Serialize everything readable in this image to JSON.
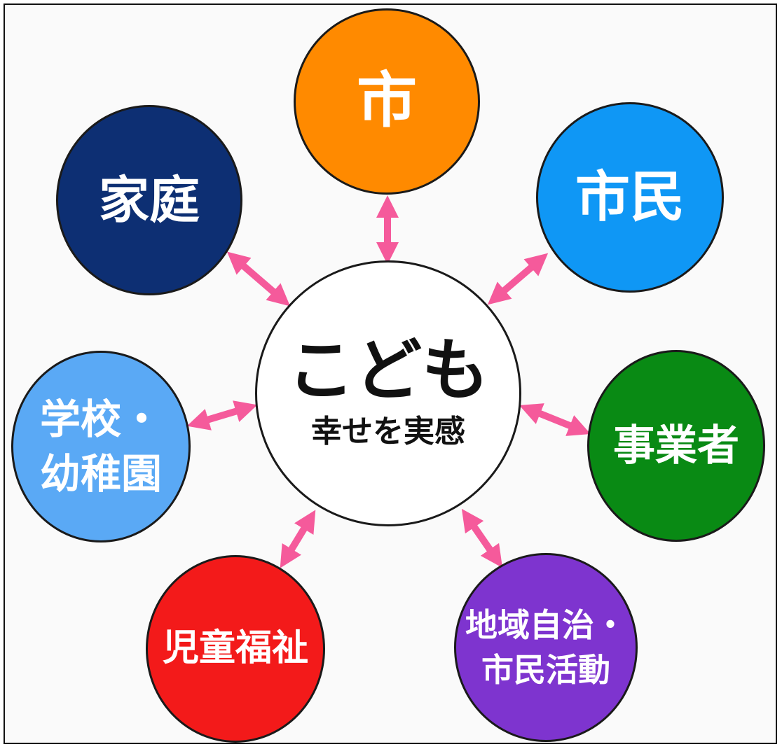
{
  "center": {
    "title": "こども",
    "subtitle": "幸せを実感"
  },
  "nodes": [
    {
      "id": "city",
      "lines": [
        "市"
      ],
      "color": "#ff8a00"
    },
    {
      "id": "citizens",
      "lines": [
        "市民"
      ],
      "color": "#0f97f5"
    },
    {
      "id": "business",
      "lines": [
        "事業者"
      ],
      "color": "#098a14"
    },
    {
      "id": "community",
      "lines": [
        "地域自治・",
        "市民活動"
      ],
      "color": "#7e34cf"
    },
    {
      "id": "welfare",
      "lines": [
        "児童福祉"
      ],
      "color": "#f31a1a"
    },
    {
      "id": "school",
      "lines": [
        "学校・",
        "幼稚園"
      ],
      "color": "#5aa9f5"
    },
    {
      "id": "family",
      "lines": [
        "家庭"
      ],
      "color": "#0d2f73"
    }
  ],
  "arrow_color": "#f55a9b"
}
